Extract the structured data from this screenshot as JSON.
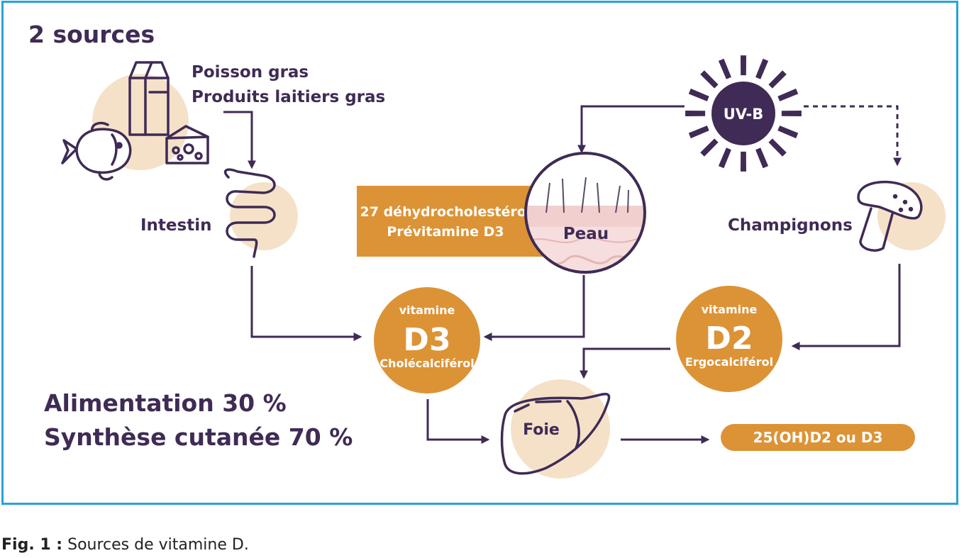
{
  "title": "2 sources",
  "food": {
    "line1": "Poisson gras",
    "line2": "Produits laitiers gras"
  },
  "intestin": "Intestin",
  "uvb": "UV-B",
  "skin_box": {
    "line1": "27 déhydrocholestérol",
    "line2": "Prévitamine D3"
  },
  "peau": "Peau",
  "champignons": "Champignons",
  "d3": {
    "top": "vitamine",
    "big": "D3",
    "bottom": "Cholécalciférol"
  },
  "d2": {
    "top": "vitamine",
    "big": "D2",
    "bottom": "Ergocalciférol"
  },
  "foie": "Foie",
  "result": "25(OH)D2 ou D3",
  "stats": {
    "line1": "Alimentation 30 %",
    "line2": "Synthèse cutanée 70 %"
  },
  "caption": {
    "label": "Fig. 1 :",
    "text": "Sources de vitamine D."
  },
  "colors": {
    "frame": "#29a3d6",
    "text": "#3f2b55",
    "orange": "#dc9336",
    "beige": "#f5e1c8"
  }
}
